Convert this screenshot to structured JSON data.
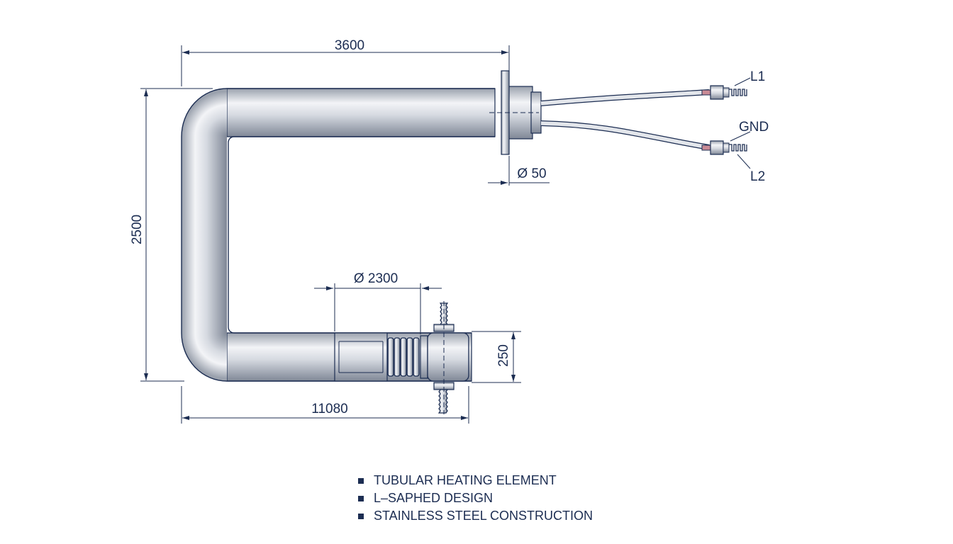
{
  "dimensions": {
    "top_width": "3600",
    "height": "2500",
    "diameter_small": "Ø 50",
    "diameter_large": "Ø 2300",
    "end_height": "250",
    "bottom_length": "11080"
  },
  "terminals": {
    "l1": "L1",
    "gnd": "GND",
    "l2": "L2"
  },
  "features": [
    "TUBULAR HEATING ELEMENT",
    "L–SAPHED DESIGN",
    "STAINLESS STEEL CONSTRUCTION"
  ],
  "colors": {
    "line": "#1c2d52",
    "metal_light": "#f2f3f6",
    "metal_dark": "#8d95a3"
  }
}
